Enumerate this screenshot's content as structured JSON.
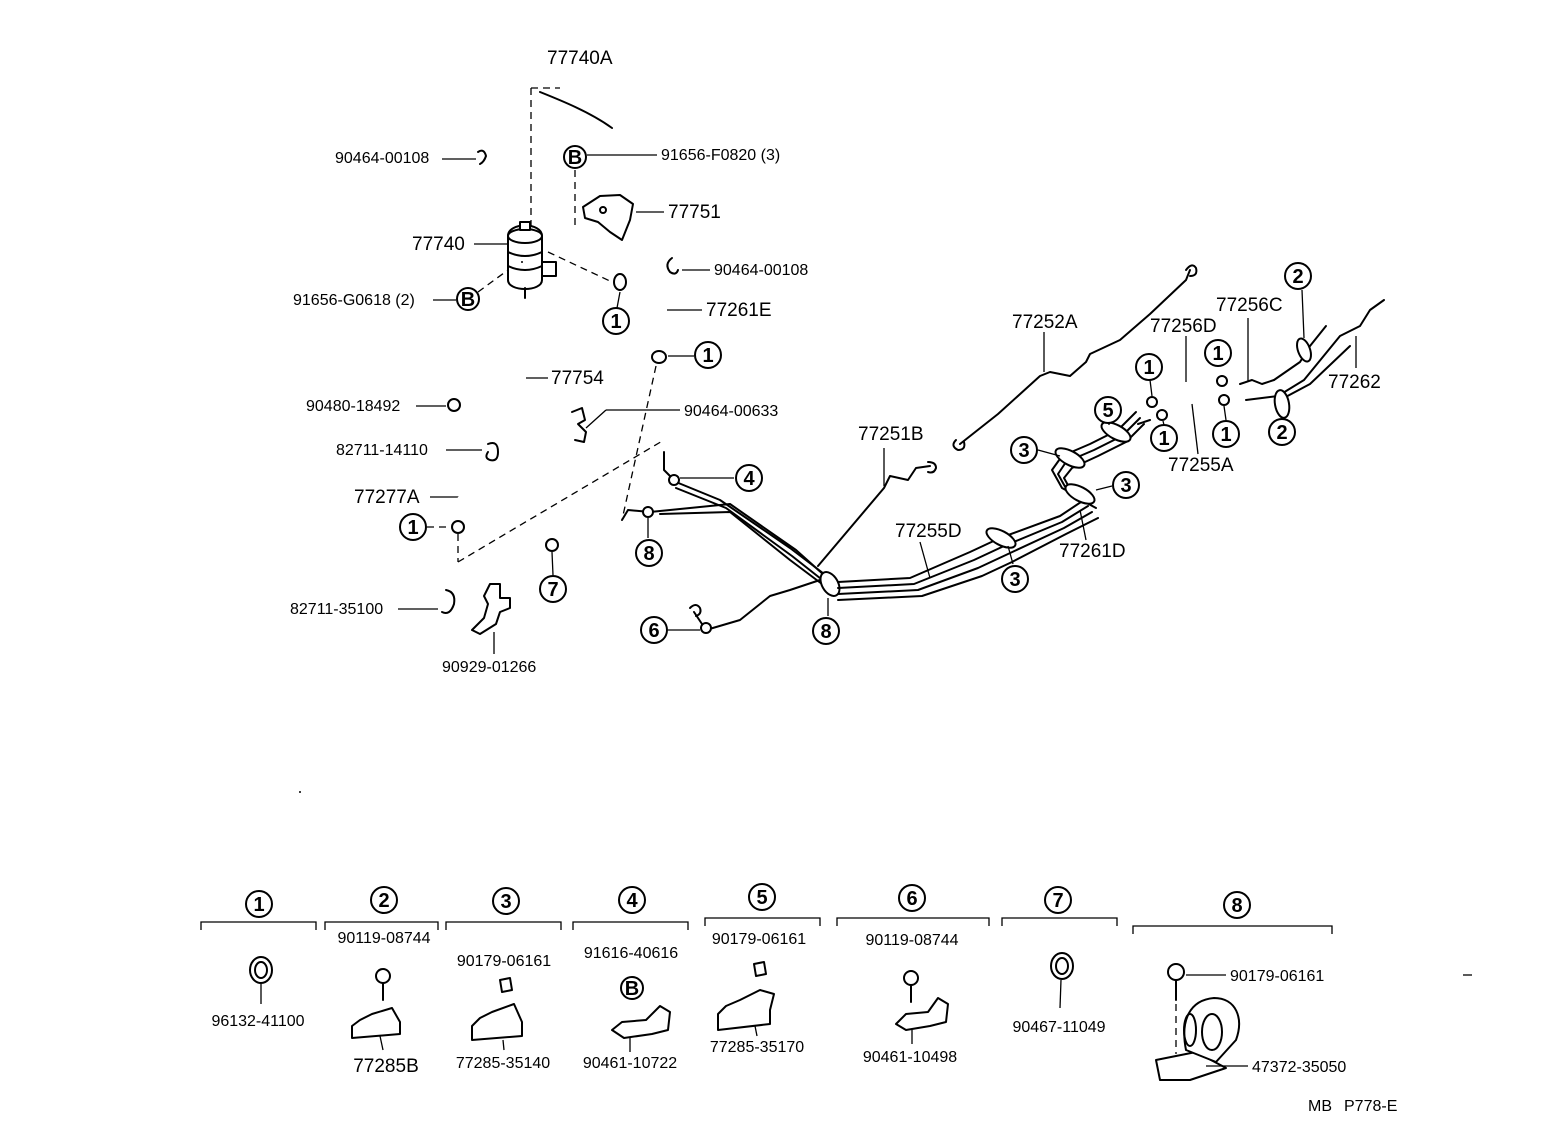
{
  "labels": {
    "l_77740A": "77740A",
    "l_90464_00108_a": "90464-00108",
    "l_91656_F0820": "91656-F0820 (3)",
    "l_77751": "77751",
    "l_77740": "77740",
    "l_90464_00108_b": "90464-00108",
    "l_91656_G0618": "91656-G0618 (2)",
    "l_77261E": "77261E",
    "l_77754": "77754",
    "l_90480_18492": "90480-18492",
    "l_90464_00633": "90464-00633",
    "l_82711_14110": "82711-14110",
    "l_77277A": "77277A",
    "l_82711_35100": "82711-35100",
    "l_90929_01266": "90929-01266",
    "l_77252A": "77252A",
    "l_77256D": "77256D",
    "l_77256C": "77256C",
    "l_77262": "77262",
    "l_77255A": "77255A",
    "l_77251B": "77251B",
    "l_77255D": "77255D",
    "l_77261D": "77261D",
    "k1_part": "96132-41100",
    "k2_top": "90119-08744",
    "k2_part": "77285B",
    "k3_top": "90179-06161",
    "k3_part": "77285-35140",
    "k4_top": "91616-40616",
    "k4_part": "90461-10722",
    "k5_top": "90179-06161",
    "k5_part": "77285-35170",
    "k6_top": "90119-08744",
    "k6_part": "90461-10498",
    "k7_part": "90467-11049",
    "k8_top": "90179-06161",
    "k8_part": "47372-35050",
    "footer_left": "MB",
    "footer_right": "P778-E"
  },
  "callouts": {
    "one": "1",
    "two": "2",
    "three": "3",
    "four": "4",
    "five": "5",
    "six": "6",
    "seven": "7",
    "eight": "8",
    "bolt": "B"
  }
}
